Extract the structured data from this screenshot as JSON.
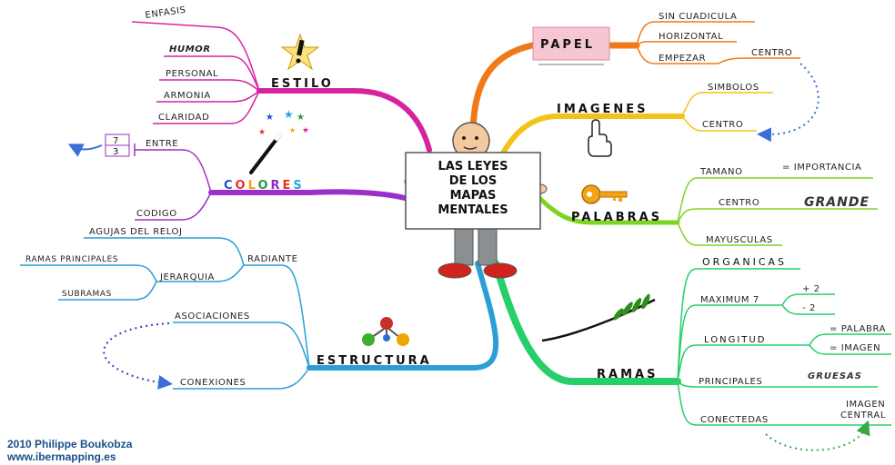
{
  "center": {
    "lines": [
      "LAS LEYES",
      "DE LOS",
      "MAPAS",
      "MENTALES"
    ]
  },
  "papel": {
    "title": "PAPEL",
    "items": [
      "SIN CUADICULA",
      "HORIZONTAL",
      "EMPEZAR"
    ],
    "sub": "CENTRO"
  },
  "imagenes": {
    "title": "IMAGENES",
    "items": [
      "SIMBOLOS",
      "CENTRO"
    ]
  },
  "palabras": {
    "title": "PALABRAS",
    "items": [
      "TAMANO",
      "CENTRO",
      "MAYUSCULAS"
    ],
    "tamano_sub": "= IMPORTANCIA",
    "centro_sub": "GRANDE"
  },
  "ramas": {
    "title": "RAMAS",
    "items": [
      "ORGANICAS",
      "MAXIMUM 7",
      "LONGITUD",
      "PRINCIPALES",
      "CONECTEDAS"
    ],
    "max_subs": [
      "+ 2",
      "- 2"
    ],
    "long_subs": [
      "= PALABRA",
      "= IMAGEN"
    ],
    "princ_sub": "GRUESAS",
    "conect_sub": [
      "IMAGEN",
      "CENTRAL"
    ]
  },
  "estilo": {
    "title": "ESTILO",
    "items": [
      "ENFASIS",
      "HUMOR",
      "PERSONAL",
      "ARMONIA",
      "CLARIDAD"
    ]
  },
  "colores": {
    "title": "COLORES",
    "items": [
      "ENTRE",
      "CODIGO"
    ],
    "fraction": [
      "7",
      "3"
    ],
    "palette": [
      "#1a53c9",
      "#e8332a",
      "#f0a500",
      "#2a9d3a",
      "#8b2cc9",
      "#e8332a",
      "#2aa7d6"
    ]
  },
  "estructura": {
    "title": "ESTRUCTURA",
    "items": [
      "RADIANTE",
      "JERARQUIA",
      "ASOCIACIONES",
      "CONEXIONES"
    ],
    "radiante_sub": "AGUJAS DEL RELOJ",
    "jer_subs": [
      "RAMAS PRINCIPALES",
      "SUBRAMAS"
    ]
  },
  "credit": {
    "line1": "2010 Philippe Boukobza",
    "line2": "www.ibermapping.es"
  },
  "colors": {
    "papel": "#f07a1a",
    "imagenes": "#f2c318",
    "palabras": "#7ed321",
    "ramas": "#26cf6a",
    "estilo": "#d6249f",
    "colores": "#9b2fc9",
    "estructura": "#2a9fd6",
    "credit": "#1a4f88"
  }
}
